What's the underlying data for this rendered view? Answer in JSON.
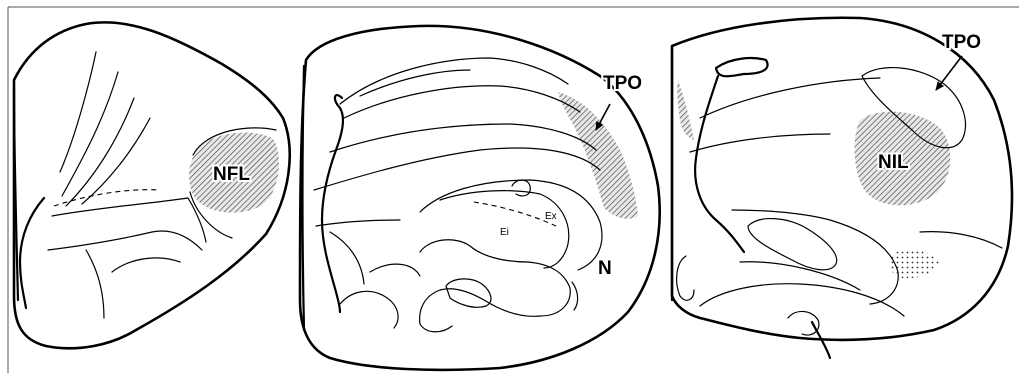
{
  "panels": [
    {
      "id": "left",
      "labels": {
        "region": "NFL"
      }
    },
    {
      "id": "middle",
      "labels": {
        "region": "TPO",
        "nucleus": "N",
        "inner": "Ei",
        "outer": "Ex"
      }
    },
    {
      "id": "right",
      "labels": {
        "region": "TPO",
        "nucleus": "NIL"
      }
    }
  ],
  "colors": {
    "ink": "#000000",
    "background": "#ffffff"
  }
}
